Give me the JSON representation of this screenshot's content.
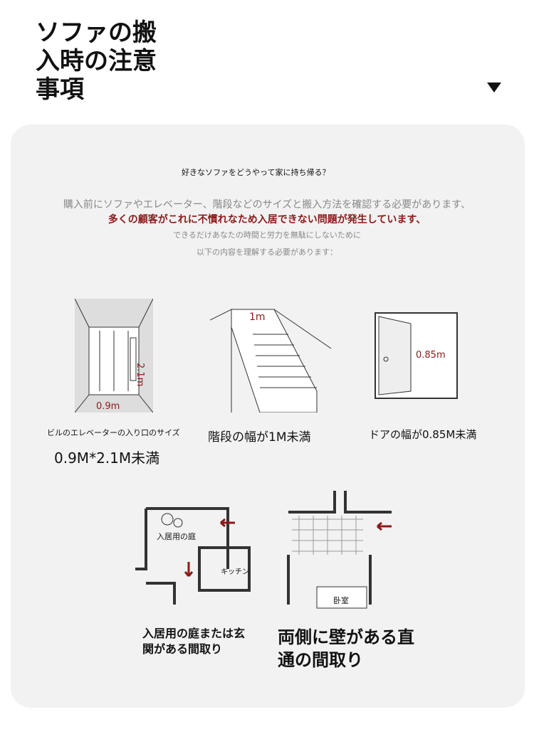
{
  "title": "ソファの搬入時の注意事項",
  "intro": {
    "question": "好きなソファをどうやって家に持ち帰る？",
    "line1": "購入前にソファやエレベーター、階段などのサイズと搬入方法を確認する必要があります、",
    "line2": "多くの顧客がこれに不慣れなため入居できない問題が発生しています、",
    "line3": "できるだけあなたの時間と労力を無駄にしないために",
    "line4": "以下の内容を理解する必要があります："
  },
  "items": [
    {
      "label": "ビルのエレベーターの入り口のサイズ",
      "sub": "0.9M*2.1M未満",
      "dim_h": "2.1m",
      "dim_w": "0.9m"
    },
    {
      "label": "階段の幅が1M未満",
      "dim_w": "1m"
    },
    {
      "label": "ドアの幅が0.85M未満",
      "dim_w": "0.85m"
    },
    {
      "label": "入居用の庭または玄関がある間取り",
      "plan_garden": "入居用の庭",
      "plan_kitchen": "キッチン"
    },
    {
      "label": "両側に壁がある直通の間取り",
      "plan_room": "卧室"
    }
  ],
  "colors": {
    "accent": "#8b1a1a",
    "card": "#f2f2f2"
  }
}
